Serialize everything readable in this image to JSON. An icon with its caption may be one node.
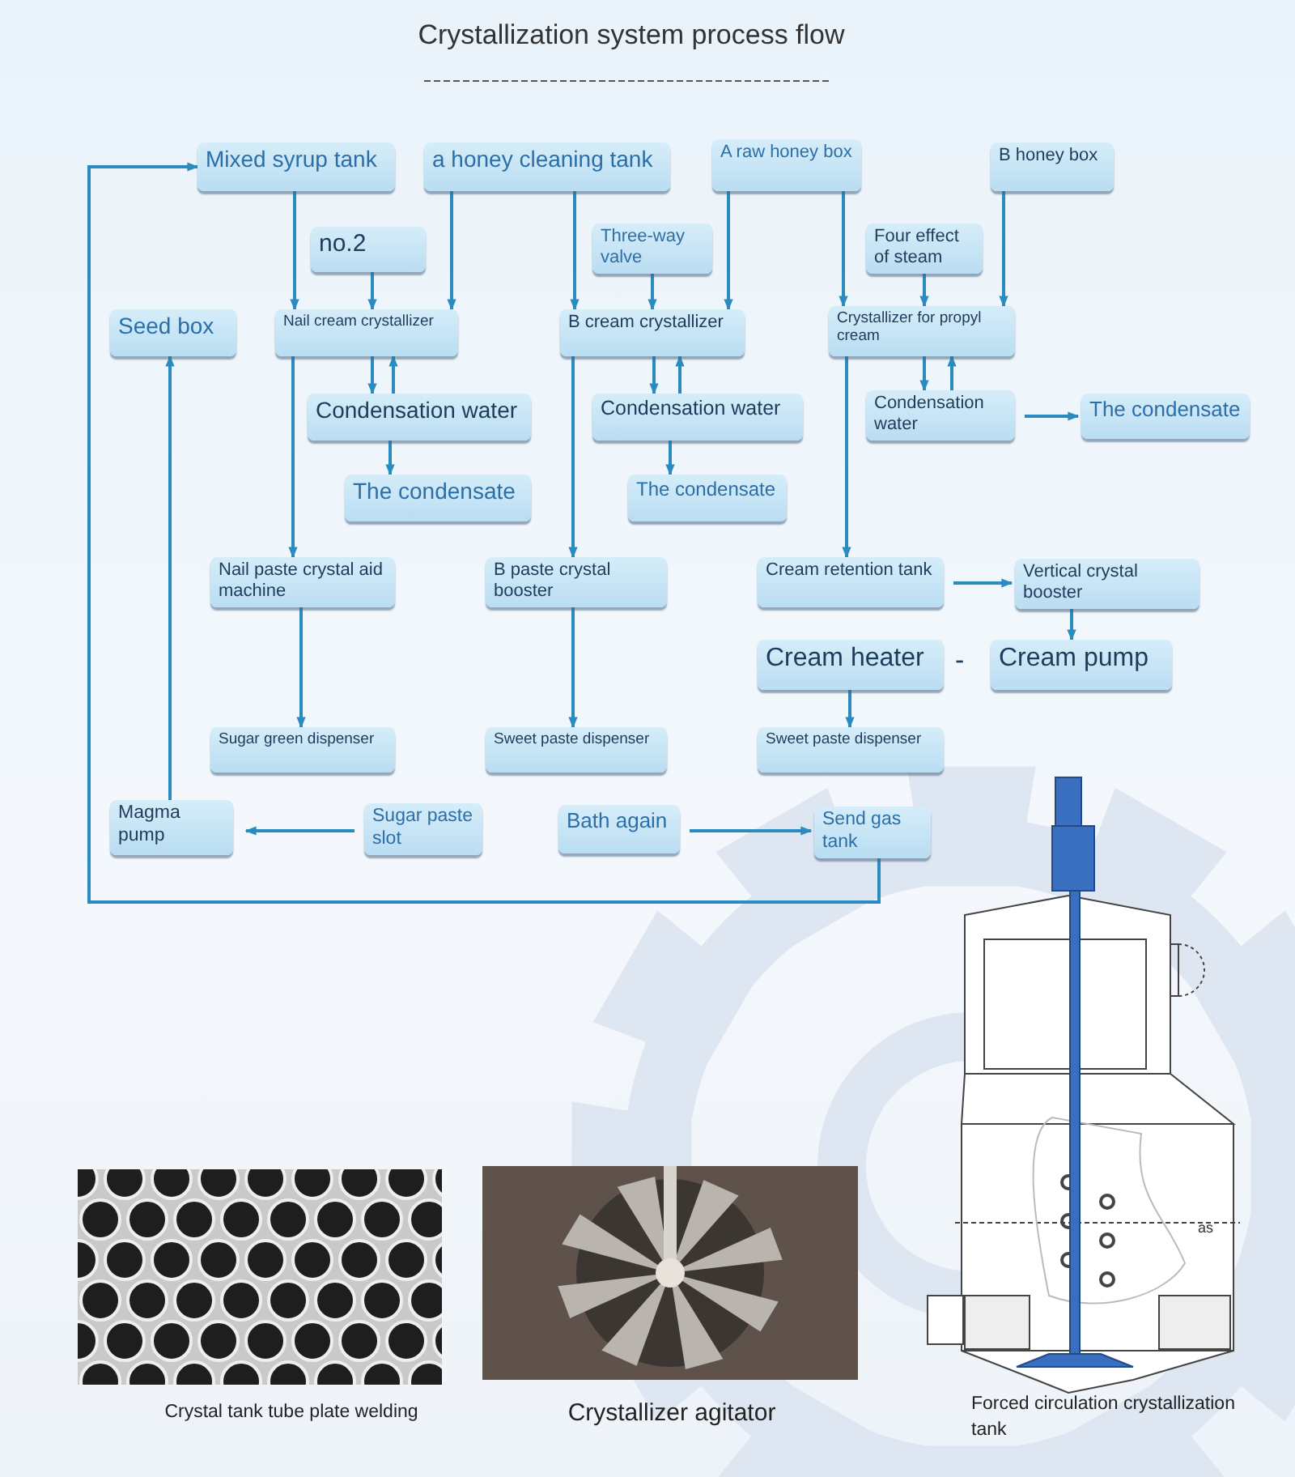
{
  "diagram": {
    "title": "Crystallization system process flow",
    "nodes": [
      {
        "text": [
          "Mixed syrup tank"
        ]
      },
      {
        "text": [
          "a honey cleaning tank"
        ]
      },
      {
        "text": [
          "A raw honey box"
        ]
      },
      {
        "text": [
          "B honey box"
        ]
      },
      {
        "text": [
          "no.2"
        ]
      },
      {
        "text": [
          "Three-way valve"
        ]
      },
      {
        "text": [
          "Four effect of steam"
        ]
      },
      {
        "text": [
          "Seed box"
        ]
      },
      {
        "text": [
          "Nail cream crystallizer"
        ]
      },
      {
        "text": [
          "B cream crystallizer"
        ]
      },
      {
        "text": [
          "Crystallizer for propyl cream"
        ]
      },
      {
        "text": [
          "Condensation water"
        ]
      },
      {
        "text": [
          "Condensation water"
        ]
      },
      {
        "text": [
          "Condensation water"
        ]
      },
      {
        "text": [
          "The condensate"
        ]
      },
      {
        "text": [
          "The condensate"
        ]
      },
      {
        "text": [
          "The condensate"
        ]
      },
      {
        "text": [
          "Nail paste crystal aid machine"
        ]
      },
      {
        "text": [
          "B paste crystal booster"
        ]
      },
      {
        "text": [
          "Cream retention tank"
        ]
      },
      {
        "text": [
          "Vertical crystal booster"
        ]
      },
      {
        "text": [
          "Cream heater"
        ]
      },
      {
        "text": [
          "Cream pump"
        ]
      },
      {
        "text": [
          "Sugar green dispenser"
        ]
      },
      {
        "text": [
          "Sweet paste dispenser"
        ]
      },
      {
        "text": [
          "Sweet paste dispenser"
        ]
      },
      {
        "text": [
          "Magma pump"
        ]
      },
      {
        "text": [
          "Sugar paste slot"
        ]
      },
      {
        "text": [
          "Bath again"
        ]
      },
      {
        "text": [
          "Send gas tank"
        ]
      }
    ],
    "edges": [
      {
        "from": 0,
        "to": 8,
        "arrow": "to"
      },
      {
        "from": 1,
        "to": 8,
        "arrow": "to"
      },
      {
        "from": 4,
        "to": 8,
        "arrow": "to"
      },
      {
        "from": 1,
        "to": 9,
        "arrow": "to"
      },
      {
        "from": 5,
        "to": 9,
        "arrow": "to"
      },
      {
        "from": 2,
        "to": 9,
        "arrow": "to"
      },
      {
        "from": 2,
        "to": 10,
        "arrow": "to"
      },
      {
        "from": 6,
        "to": 10,
        "arrow": "to"
      },
      {
        "from": 3,
        "to": 10,
        "arrow": "to"
      },
      {
        "from": 8,
        "to": 11,
        "arrow": "to"
      },
      {
        "from": 11,
        "to": 8,
        "arrow": "to"
      },
      {
        "from": 11,
        "to": 15,
        "arrow": "to"
      },
      {
        "from": 9,
        "to": 12,
        "arrow": "to"
      },
      {
        "from": 12,
        "to": 9,
        "arrow": "to"
      },
      {
        "from": 12,
        "to": 16,
        "arrow": "to"
      },
      {
        "from": 10,
        "to": 13,
        "arrow": "to"
      },
      {
        "from": 13,
        "to": 10,
        "arrow": "to"
      },
      {
        "from": 13,
        "to": 14,
        "arrow": "to"
      },
      {
        "from": 8,
        "to": 17,
        "arrow": "to"
      },
      {
        "from": 9,
        "to": 18,
        "arrow": "to"
      },
      {
        "from": 10,
        "to": 19,
        "arrow": "to"
      },
      {
        "from": 19,
        "to": 20,
        "arrow": "to"
      },
      {
        "from": 20,
        "to": 22,
        "arrow": "to"
      },
      {
        "from": 21,
        "to": 25,
        "arrow": "to"
      },
      {
        "from": 17,
        "to": 23,
        "arrow": "to"
      },
      {
        "from": 18,
        "to": 24,
        "arrow": "to"
      },
      {
        "from": 27,
        "to": 26,
        "arrow": "to"
      },
      {
        "from": 28,
        "to": 29,
        "arrow": "to"
      },
      {
        "from": 26,
        "to": 7,
        "arrow": "to"
      },
      {
        "from": 29,
        "to": 0,
        "arrow": "to"
      }
    ],
    "labels": [
      "-",
      "as",
      "Crystal tank tube plate welding",
      "Crystallizer agitator",
      "Forced circulation crystallization tank"
    ]
  }
}
